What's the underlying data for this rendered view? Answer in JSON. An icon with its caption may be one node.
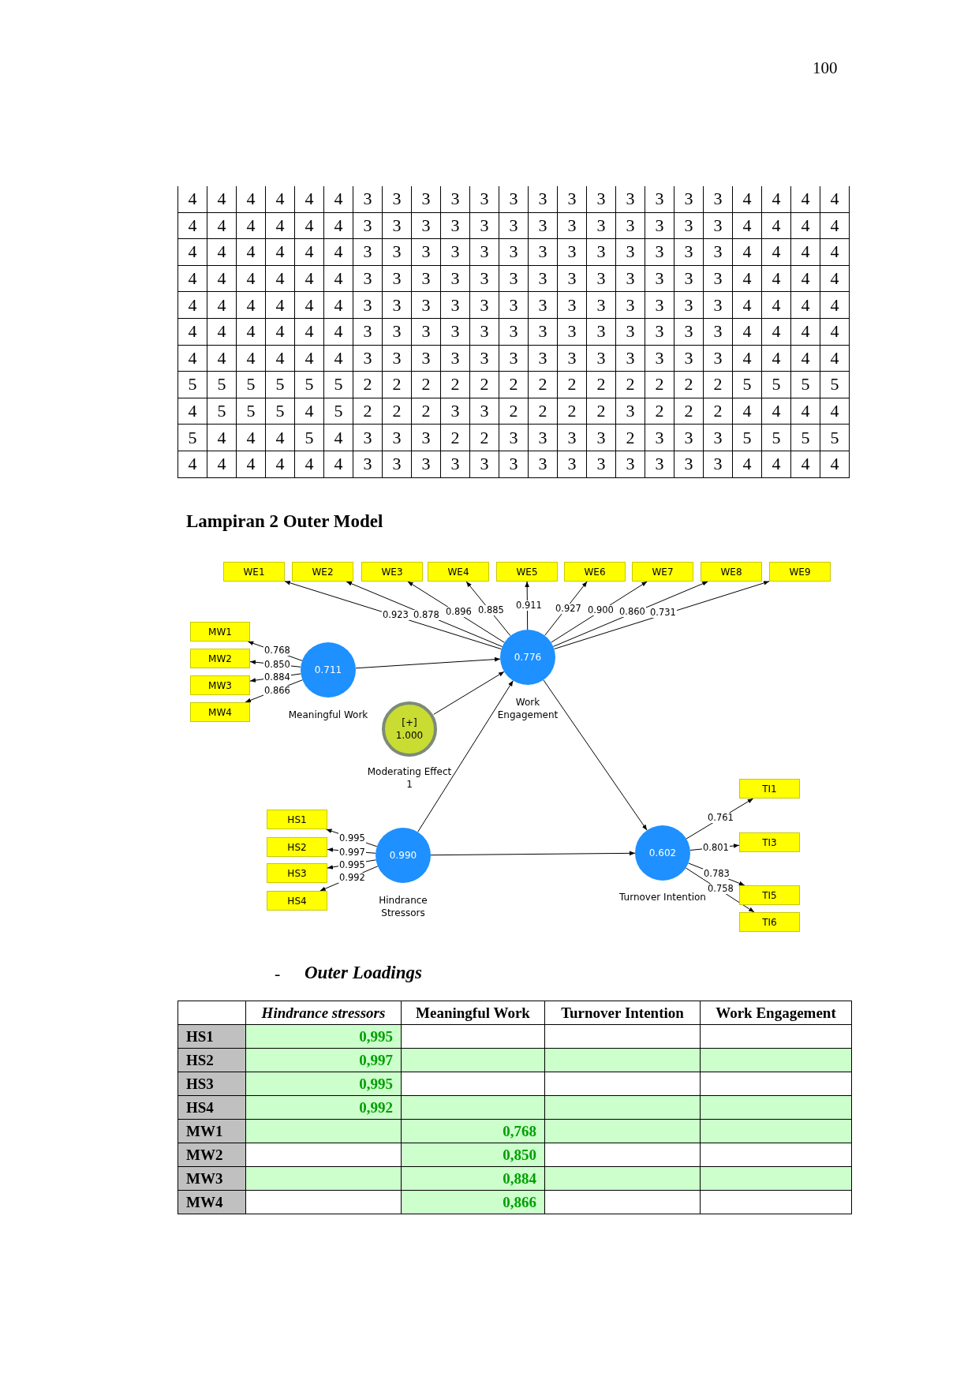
{
  "diagram": {
    "nodes": [
      {
        "text": [
          "WE1"
        ]
      },
      {
        "text": [
          "WE2"
        ]
      },
      {
        "text": [
          "WE3"
        ]
      },
      {
        "text": [
          "WE4"
        ]
      },
      {
        "text": [
          "WE5"
        ]
      },
      {
        "text": [
          "WE6"
        ]
      },
      {
        "text": [
          "WE7"
        ]
      },
      {
        "text": [
          "WE8"
        ]
      },
      {
        "text": [
          "WE9"
        ]
      },
      {
        "text": [
          "MW1"
        ]
      },
      {
        "text": [
          "MW2"
        ]
      },
      {
        "text": [
          "MW3"
        ]
      },
      {
        "text": [
          "MW4"
        ]
      },
      {
        "text": [
          "0.711",
          "Meaningful Work"
        ]
      },
      {
        "text": [
          "0.776",
          "Work Engagement"
        ]
      },
      {
        "text": [
          "[+]",
          "1.000",
          "Moderating Effect 1"
        ]
      },
      {
        "text": [
          "HS1"
        ]
      },
      {
        "text": [
          "HS2"
        ]
      },
      {
        "text": [
          "HS3"
        ]
      },
      {
        "text": [
          "HS4"
        ]
      },
      {
        "text": [
          "0.990",
          "Hindrance Stressors"
        ]
      },
      {
        "text": [
          "0.602",
          "Turnover Intention"
        ]
      },
      {
        "text": [
          "TI1"
        ]
      },
      {
        "text": [
          "TI3"
        ]
      },
      {
        "text": [
          "TI5"
        ]
      },
      {
        "text": [
          "TI6"
        ]
      }
    ],
    "edges": [
      {
        "from": 14,
        "to": 0,
        "arrow": "to",
        "label": "0.923"
      },
      {
        "from": 14,
        "to": 1,
        "arrow": "to",
        "label": "0.878"
      },
      {
        "from": 14,
        "to": 2,
        "arrow": "to",
        "label": "0.896"
      },
      {
        "from": 14,
        "to": 3,
        "arrow": "to",
        "label": "0.885"
      },
      {
        "from": 14,
        "to": 4,
        "arrow": "to",
        "label": "0.911"
      },
      {
        "from": 14,
        "to": 5,
        "arrow": "to",
        "label": "0.927"
      },
      {
        "from": 14,
        "to": 6,
        "arrow": "to",
        "label": "0.900"
      },
      {
        "from": 14,
        "to": 7,
        "arrow": "to",
        "label": "0.860"
      },
      {
        "from": 14,
        "to": 8,
        "arrow": "to",
        "label": "0.731"
      },
      {
        "from": 13,
        "to": 9,
        "arrow": "to",
        "label": "0.768"
      },
      {
        "from": 13,
        "to": 10,
        "arrow": "to",
        "label": "0.850"
      },
      {
        "from": 13,
        "to": 11,
        "arrow": "to",
        "label": "0.884"
      },
      {
        "from": 13,
        "to": 12,
        "arrow": "to",
        "label": "0.866"
      },
      {
        "from": 20,
        "to": 16,
        "arrow": "to",
        "label": "0.995"
      },
      {
        "from": 20,
        "to": 17,
        "arrow": "to",
        "label": "0.997"
      },
      {
        "from": 20,
        "to": 18,
        "arrow": "to",
        "label": "0.995"
      },
      {
        "from": 20,
        "to": 19,
        "arrow": "to",
        "label": "0.992"
      },
      {
        "from": 21,
        "to": 22,
        "arrow": "to",
        "label": "0.761"
      },
      {
        "from": 21,
        "to": 23,
        "arrow": "to",
        "label": "0.801"
      },
      {
        "from": 21,
        "to": 24,
        "arrow": "to",
        "label": "0.783"
      },
      {
        "from": 21,
        "to": 25,
        "arrow": "to",
        "label": "0.758"
      },
      {
        "from": 13,
        "to": 14,
        "arrow": "to"
      },
      {
        "from": 15,
        "to": 14,
        "arrow": "to"
      },
      {
        "from": 20,
        "to": 14,
        "arrow": "to"
      },
      {
        "from": 14,
        "to": 21,
        "arrow": "to"
      },
      {
        "from": 20,
        "to": 21,
        "arrow": "to"
      }
    ],
    "labels": [
      "100",
      "4",
      "4",
      "4",
      "4",
      "4",
      "4",
      "3",
      "3",
      "3",
      "3",
      "3",
      "3",
      "3",
      "3",
      "3",
      "3",
      "3",
      "3",
      "3",
      "4",
      "4",
      "4",
      "4",
      "4",
      "4",
      "4",
      "4",
      "4",
      "4",
      "3",
      "3",
      "3",
      "3",
      "3",
      "3",
      "3",
      "3",
      "3",
      "3",
      "3",
      "3",
      "3",
      "4",
      "4",
      "4",
      "4",
      "4",
      "4",
      "4",
      "4",
      "4",
      "4",
      "3",
      "3",
      "3",
      "3",
      "3",
      "3",
      "3",
      "3",
      "3",
      "3",
      "3",
      "3",
      "3",
      "4",
      "4",
      "4",
      "4",
      "4",
      "4",
      "4",
      "4",
      "4",
      "4",
      "3",
      "3",
      "3",
      "3",
      "3",
      "3",
      "3",
      "3",
      "3",
      "3",
      "3",
      "3",
      "3",
      "4",
      "4",
      "4",
      "4",
      "4",
      "4",
      "4",
      "4",
      "4",
      "4",
      "3",
      "3",
      "3",
      "3",
      "3",
      "3",
      "3",
      "3",
      "3",
      "3",
      "3",
      "3",
      "3",
      "4",
      "4",
      "4",
      "4",
      "4",
      "4",
      "4",
      "4",
      "4",
      "4",
      "3",
      "3",
      "3",
      "3",
      "3",
      "3",
      "3",
      "3",
      "3",
      "3",
      "3",
      "3",
      "3",
      "4",
      "4",
      "4",
      "4",
      "4",
      "4",
      "4",
      "4",
      "4",
      "4",
      "3",
      "3",
      "3",
      "3",
      "3",
      "3",
      "3",
      "3",
      "3",
      "3",
      "3",
      "3",
      "3",
      "4",
      "4",
      "4",
      "4",
      "5",
      "5",
      "5",
      "5",
      "5",
      "5",
      "2",
      "2",
      "2",
      "2",
      "2",
      "2",
      "2",
      "2",
      "2",
      "2",
      "2",
      "2",
      "2",
      "5",
      "5",
      "5",
      "5",
      "4",
      "5",
      "5",
      "5",
      "4",
      "5",
      "2",
      "2",
      "2",
      "3",
      "3",
      "2",
      "2",
      "2",
      "2",
      "3",
      "2",
      "2",
      "2",
      "4",
      "4",
      "4",
      "4",
      "5",
      "4",
      "4",
      "4",
      "5",
      "4",
      "3",
      "3",
      "3",
      "2",
      "2",
      "3",
      "3",
      "3",
      "3",
      "2",
      "3",
      "3",
      "3",
      "5",
      "5",
      "5",
      "5",
      "4",
      "4",
      "4",
      "4",
      "4",
      "4",
      "3",
      "3",
      "3",
      "3",
      "3",
      "3",
      "3",
      "3",
      "3",
      "3",
      "3",
      "3",
      "3",
      "4",
      "4",
      "4",
      "4",
      "Lampiran 2 Outer Model",
      "-",
      "Outer Loadings",
      "Hindrance stressors",
      "Meaningful Work",
      "Turnover Intention",
      "Work Engagement",
      "HS1",
      "0,995",
      "HS2",
      "0,997",
      "HS3",
      "0,995",
      "HS4",
      "0,992",
      "MW1",
      "0,768",
      "MW2",
      "0,850",
      "MW3",
      "0,884",
      "MW4",
      "0,866"
    ]
  }
}
